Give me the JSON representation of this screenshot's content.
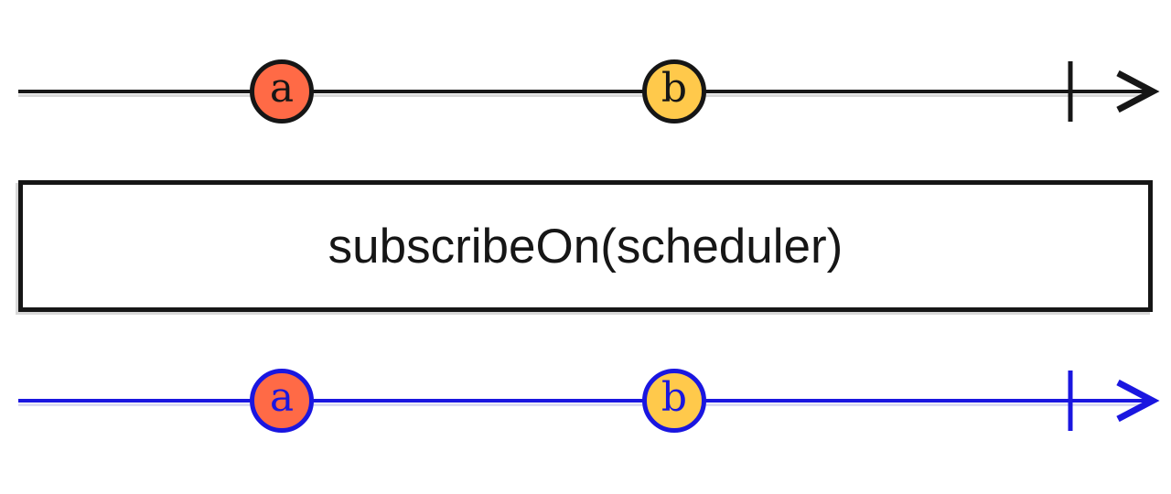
{
  "operator_box": {
    "label": "subscribeOn(scheduler)",
    "border_color": "#161616",
    "background": "#ffffff"
  },
  "source_timeline": {
    "color": "#161616",
    "letter_color": "#161616",
    "marbles": [
      {
        "label": "a",
        "fill": "#ff6a46"
      },
      {
        "label": "b",
        "fill": "#ffc94b"
      }
    ]
  },
  "result_timeline": {
    "color": "#1a16e0",
    "letter_color": "#1a16e0",
    "marbles": [
      {
        "label": "a",
        "fill": "#ff6a46"
      },
      {
        "label": "b",
        "fill": "#ffc94b"
      }
    ]
  }
}
